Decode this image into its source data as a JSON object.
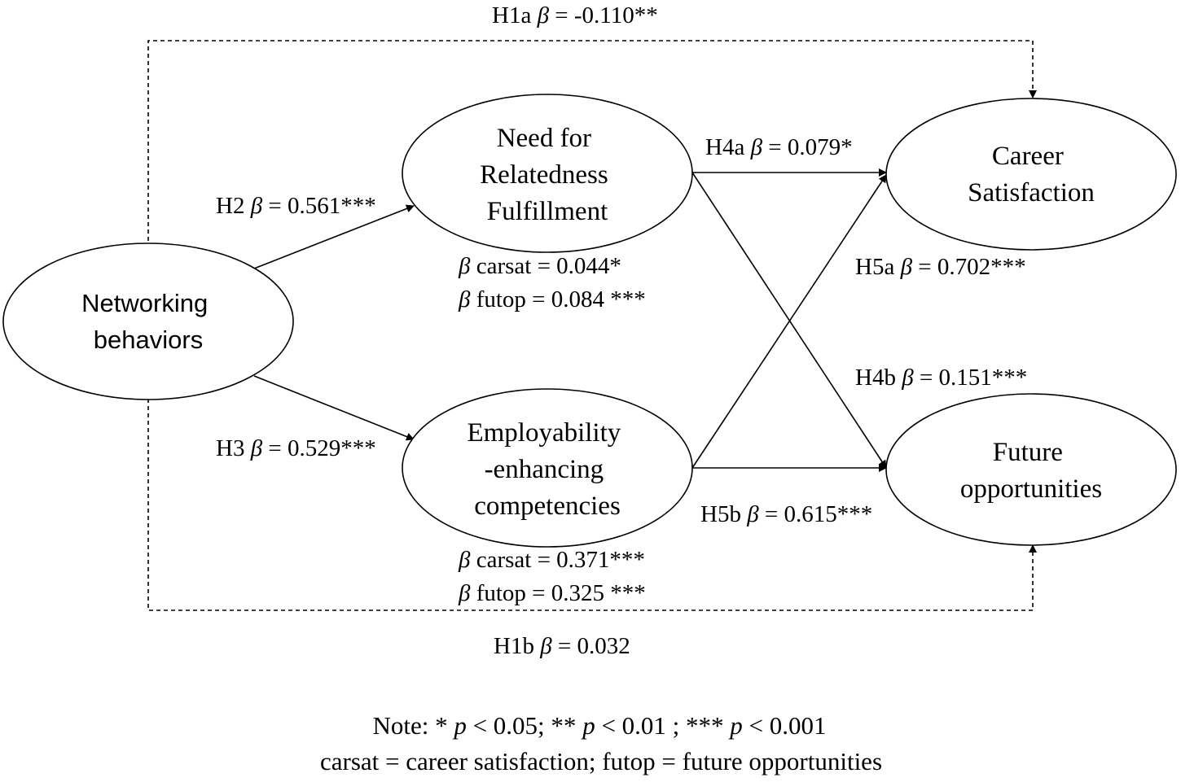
{
  "beta_symbol": "β",
  "nodes": {
    "networking": {
      "lines": [
        "Networking",
        "behaviors"
      ]
    },
    "need": {
      "lines": [
        "Need for",
        "Relatedness",
        "Fulfillment"
      ]
    },
    "employability": {
      "lines": [
        "Employability",
        "-enhancing",
        "competencies"
      ]
    },
    "career": {
      "lines": [
        "Career",
        "Satisfaction"
      ]
    },
    "future": {
      "lines": [
        "Future",
        "opportunities"
      ]
    }
  },
  "paths": {
    "h1a": {
      "prefix": "H1a ",
      "value": " = -0.110**"
    },
    "h1b": {
      "prefix": "H1b ",
      "value": " = 0.032"
    },
    "h2": {
      "prefix": "H2 ",
      "value": " = 0.561***"
    },
    "h3": {
      "prefix": "H3 ",
      "value": " = 0.529***"
    },
    "h4a": {
      "prefix": "H4a ",
      "value": " = 0.079*"
    },
    "h4b": {
      "prefix": "H4b ",
      "value": " = 0.151***"
    },
    "h5a": {
      "prefix": "H5a ",
      "value": " = 0.702***"
    },
    "h5b": {
      "prefix": "H5b ",
      "value": " = 0.615***"
    }
  },
  "indirect": {
    "need_carsat": {
      "label": " carsat = 0.044*"
    },
    "need_futop": {
      "label": " futop = 0.084 ***"
    },
    "emp_carsat": {
      "label": " carsat = 0.371***"
    },
    "emp_futop": {
      "label": " futop = 0.325 ***"
    }
  },
  "note": {
    "line1": [
      " * ",
      "p",
      " < 0.05; ** ",
      "p",
      " < 0.01 ; *** ",
      "p",
      " < 0.001"
    ],
    "line1_prefix": "Note:",
    "line2": "carsat = career satisfaction; futop = future opportunities"
  }
}
